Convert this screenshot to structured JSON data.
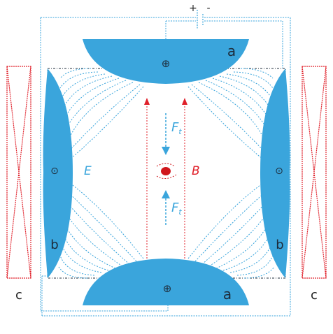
{
  "colors": {
    "electrode": "#3aa5dc",
    "wire": "#3aa5dc",
    "coil": "#e0202a",
    "particle": "#d0161b",
    "frame": "#1d2b3a",
    "label_dark": "#222222"
  },
  "labels": {
    "battery_plus": "+",
    "battery_minus": "-",
    "top_electrode": "a",
    "bottom_electrode": "a",
    "top_sign": "⊕",
    "bottom_sign": "⊕",
    "left_electrode": "b",
    "right_electrode": "b",
    "left_sign": "⊙",
    "right_sign": "⊙",
    "left_coil": "c",
    "right_coil": "c",
    "electric_field": "E",
    "magnetic_field": "B",
    "force_top": "F",
    "force_top_sub": "t",
    "force_bottom": "F",
    "force_bottom_sub": "t"
  }
}
